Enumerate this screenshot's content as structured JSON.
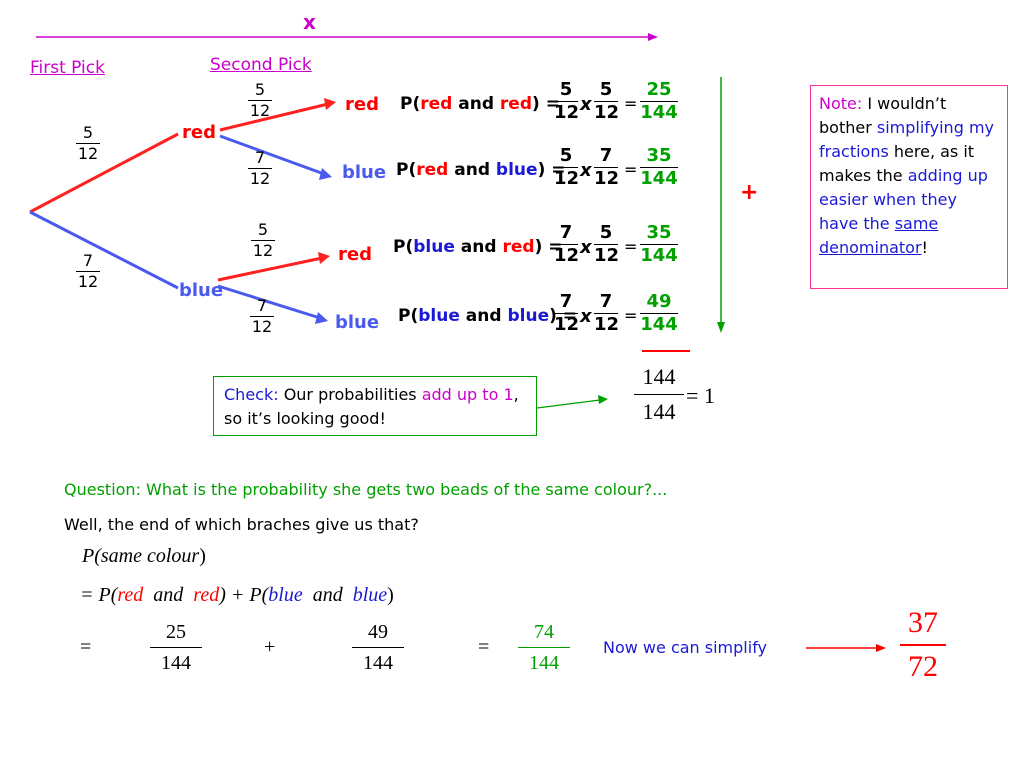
{
  "header": {
    "times_sign": "x",
    "first_pick": "First Pick",
    "second_pick": "Second Pick"
  },
  "tree": {
    "first_branches": [
      {
        "label": "red",
        "num": "5",
        "den": "12"
      },
      {
        "label": "blue",
        "num": "7",
        "den": "12"
      }
    ],
    "second_branches": [
      {
        "label": "red",
        "num": "5",
        "den": "12"
      },
      {
        "label": "blue",
        "num": "7",
        "den": "12"
      },
      {
        "label": "red",
        "num": "5",
        "den": "12"
      },
      {
        "label": "blue",
        "num": "7",
        "den": "12"
      }
    ]
  },
  "outcomes": [
    {
      "p": "P(",
      "first": "red",
      "and": " and ",
      "second": "red",
      "close": ") =",
      "n1": "5",
      "d1": "12",
      "x": "x",
      "n2": "5",
      "d2": "12",
      "eq": "=",
      "rn": "25",
      "rd": "144"
    },
    {
      "p": "P(",
      "first": "red",
      "and": " and ",
      "second": "blue",
      "close": ") =",
      "n1": "5",
      "d1": "12",
      "x": "x",
      "n2": "7",
      "d2": "12",
      "eq": "=",
      "rn": "35",
      "rd": "144"
    },
    {
      "p": "P(",
      "first": "blue",
      "and": " and ",
      "second": "red",
      "close": ") =",
      "n1": "7",
      "d1": "12",
      "x": "x",
      "n2": "5",
      "d2": "12",
      "eq": "=",
      "rn": "35",
      "rd": "144"
    },
    {
      "p": "P(",
      "first": "blue",
      "and": " and ",
      "second": "blue",
      "close": ") =",
      "n1": "7",
      "d1": "12",
      "x": "x",
      "n2": "7",
      "d2": "12",
      "eq": "=",
      "rn": "49",
      "rd": "144"
    }
  ],
  "plus_sign": "+",
  "note": {
    "label": "Note:",
    "t1": " I wouldn’t bother ",
    "h1": "simplifying my fractions",
    "t2": " here, as it makes the ",
    "h2": "adding up easier when they have the ",
    "h3": "same denominator",
    "t3": "!"
  },
  "check": {
    "label": "Check:",
    "t1": " Our probabilities ",
    "h1": "add up to 1",
    "t2": ", so it’s looking good!"
  },
  "total": {
    "num": "144",
    "den": "144",
    "result": "= 1"
  },
  "question": "Question: What is the probability she gets two beads of the same colour?...",
  "hint": "Well, the end of which braches give us that?",
  "working": {
    "line1": {
      "p": "P(",
      "text": "same colour",
      "close": ")"
    },
    "line2": {
      "eq": "= P(",
      "r1": "red",
      "and1": "and",
      "r2": "red",
      "mid": ")  +  P(",
      "b1": "blue",
      "and2": "and",
      "b2": "blue",
      "close": ")"
    },
    "line3": {
      "eq1": "=",
      "f1n": "25",
      "f1d": "144",
      "plus": "+",
      "f2n": "49",
      "f2d": "144",
      "eq2": "=",
      "f3n": "74",
      "f3d": "144"
    }
  },
  "simplify_text": "Now we can simplify",
  "final": {
    "num": "37",
    "den": "72"
  }
}
